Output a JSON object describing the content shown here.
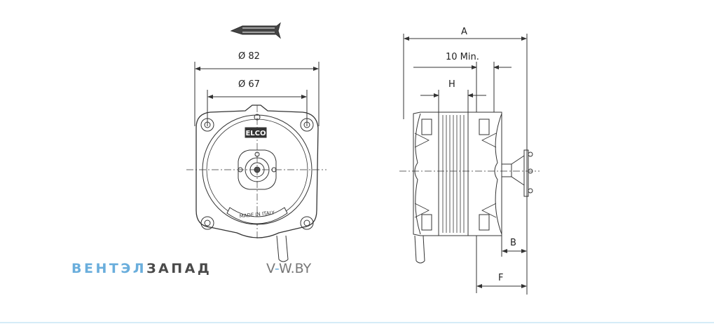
{
  "front_view": {
    "dim_outer": "Ø 82",
    "dim_inner": "Ø 67",
    "logo_text": "ELCO",
    "stamp_text": "MADE IN ITALY"
  },
  "side_view": {
    "dim_a": "A",
    "dim_min": "10  Min.",
    "dim_h": "H",
    "dim_b": "B",
    "dim_f": "F"
  },
  "watermark": {
    "brand_part1": "ВЕНТЭЛ",
    "brand_part2": "ЗАПАД",
    "site_prefix": "V",
    "site_dash": "-",
    "site_rest": "W.BY"
  },
  "colors": {
    "line": "#333333",
    "brand_blue": "#6aaedc",
    "brand_dark": "#4a4a4a",
    "footer_line": "#d5ecf7"
  }
}
